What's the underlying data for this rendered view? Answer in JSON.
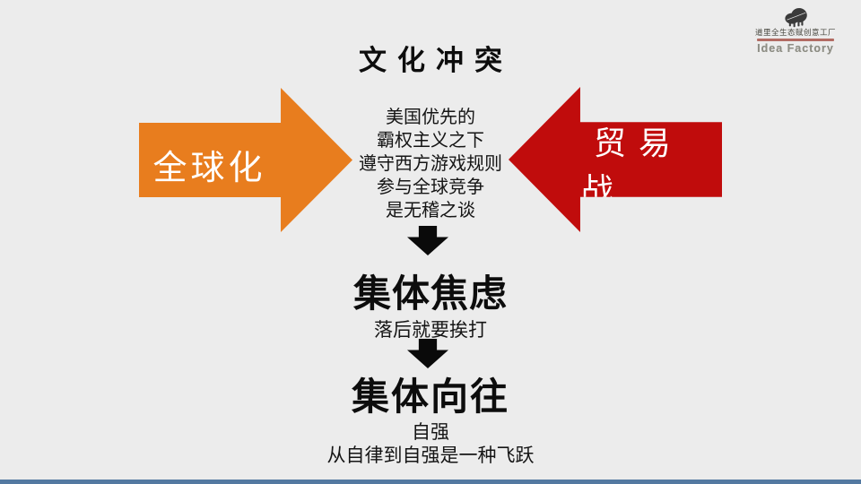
{
  "title": "文化冲突",
  "logo": {
    "company_cn": "道里全生态赋创意工厂",
    "name_en": "Idea Factory"
  },
  "arrows": {
    "left": {
      "label": "全球化",
      "color": "#E87D1E",
      "direction": "right"
    },
    "right": {
      "label": "贸易战",
      "color": "#C00C0C",
      "direction": "left"
    }
  },
  "center_block": {
    "lines": [
      "美国优先的",
      "霸权主义之下",
      "遵守西方游戏规则",
      "参与全球竞争",
      "是无稽之谈"
    ]
  },
  "sections": {
    "anxiety": {
      "heading": "集体焦虑",
      "subtext": "落后就要挨打"
    },
    "aspiration": {
      "heading": "集体向往",
      "sub1": "自强",
      "sub2": "从自律到自强是一种飞跃"
    }
  },
  "colors": {
    "background": "#ECECEC",
    "orange_arrow": "#E87D1E",
    "red_arrow": "#C00C0C",
    "flow_arrows": "#0A0A0A",
    "bottom_bar": "#5379A1"
  }
}
